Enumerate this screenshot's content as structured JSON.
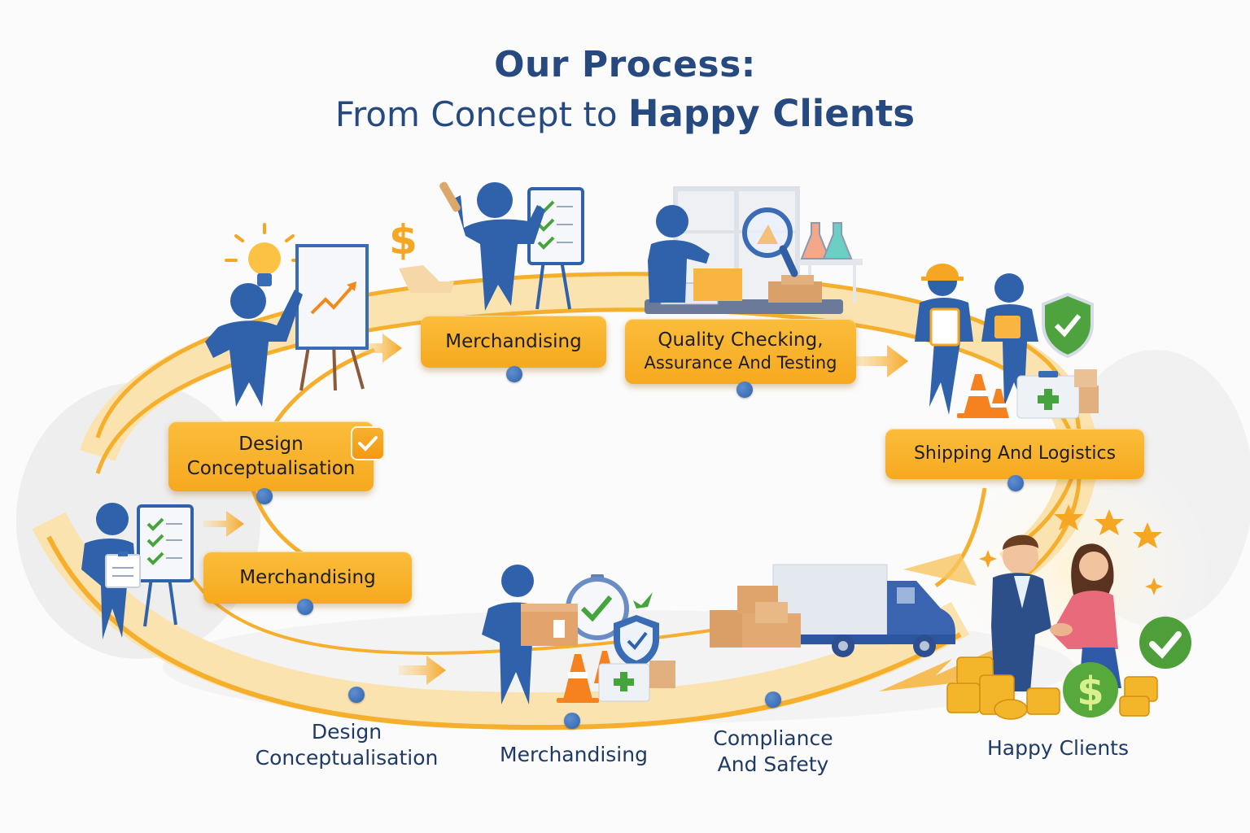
{
  "title": {
    "line1": "Our Process:",
    "line2_prefix": "From Concept to",
    "line2_emphasis": "Happy Clients"
  },
  "colors": {
    "title": "#26497f",
    "step_box": "#f8b02a",
    "path": "#f6ae2d",
    "figure": "#2f62aa",
    "dot": "#3a6cb5",
    "caption": "#1f3a66",
    "check_green": "#46a43c"
  },
  "steps": [
    {
      "id": "design",
      "lines": [
        "Design",
        "Conceptualisation"
      ],
      "has_check_badge": true
    },
    {
      "id": "merch-top",
      "lines": [
        "Merchandising"
      ]
    },
    {
      "id": "quality",
      "lines": [
        "Quality Checking,",
        "Assurance And Testing"
      ]
    },
    {
      "id": "shipping",
      "lines": [
        "Shipping And Logistics"
      ]
    },
    {
      "id": "merch-left",
      "lines": [
        "Merchandising"
      ]
    }
  ],
  "captions": [
    {
      "id": "design",
      "lines": [
        "Design",
        "Conceptualisation"
      ]
    },
    {
      "id": "merch",
      "lines": [
        "Merchandising"
      ]
    },
    {
      "id": "compliance",
      "lines": [
        "Compliance",
        "And Safety"
      ]
    },
    {
      "id": "happy",
      "lines": [
        "Happy Clients"
      ]
    }
  ],
  "illustrations": [
    {
      "id": "ideation",
      "icons": [
        "person-icon",
        "lightbulb-icon",
        "easel-chart-icon"
      ]
    },
    {
      "id": "merchandising-top",
      "icons": [
        "person-icon",
        "checklist-board-icon",
        "dollar-icon"
      ]
    },
    {
      "id": "quality-lab",
      "icons": [
        "person-icon",
        "magnifier-icon",
        "flask-icon",
        "boxes-icon"
      ]
    },
    {
      "id": "safety-team",
      "icons": [
        "hardhat-person-icon",
        "person-icon",
        "shield-check-icon",
        "cone-icon",
        "first-aid-kit-icon"
      ]
    },
    {
      "id": "merchandising-left",
      "icons": [
        "person-icon",
        "clipboard-icon",
        "checklist-board-icon"
      ]
    },
    {
      "id": "compliance",
      "icons": [
        "person-icon",
        "box-icon",
        "stopwatch-icon",
        "shield-check-icon",
        "cone-icon",
        "first-aid-kit-icon"
      ]
    },
    {
      "id": "logistics",
      "icons": [
        "boxes-icon",
        "delivery-truck-icon"
      ]
    },
    {
      "id": "happy-clients",
      "icons": [
        "handshake-icon",
        "stars-icon",
        "coins-icon",
        "dollar-badge-icon",
        "check-badge-icon"
      ]
    }
  ]
}
